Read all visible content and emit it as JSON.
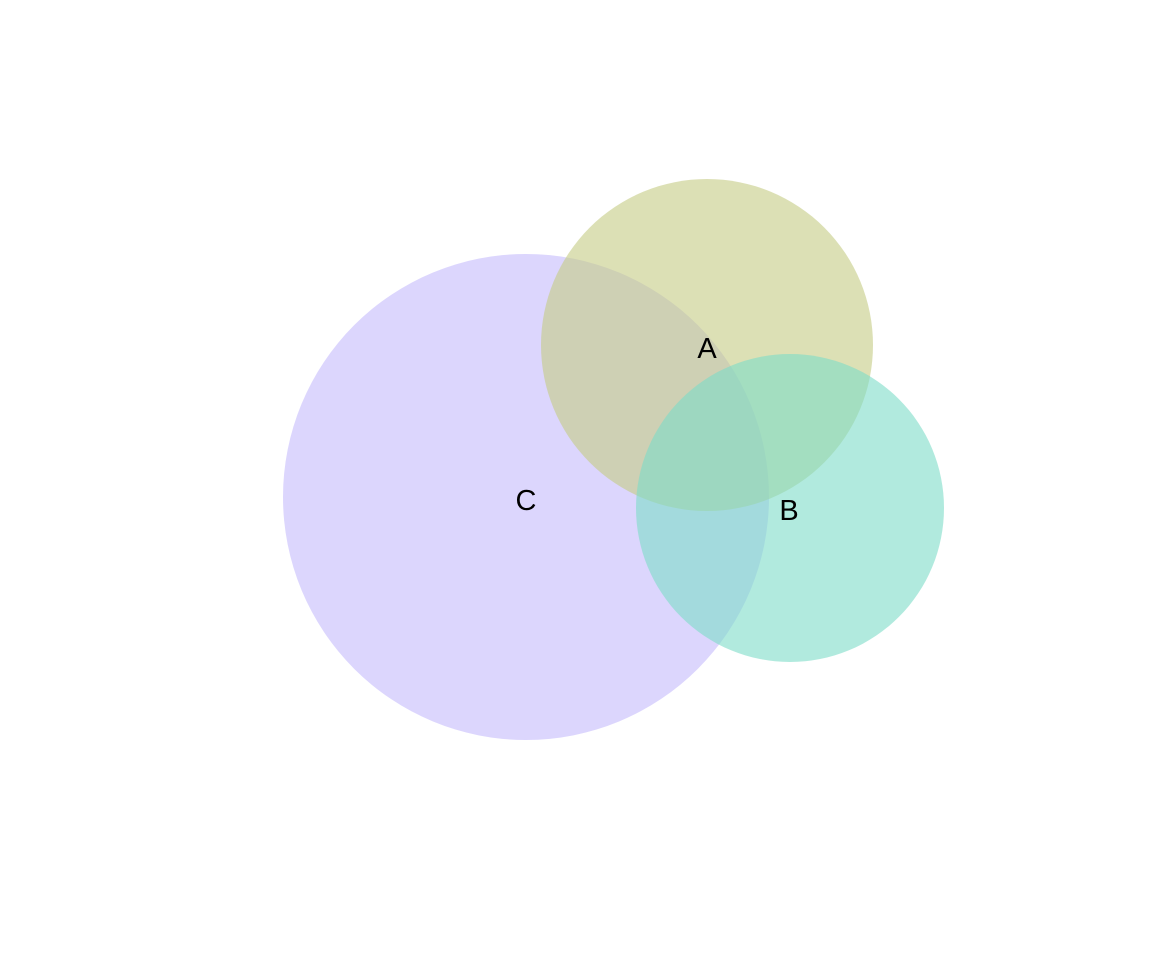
{
  "diagram": {
    "type": "venn",
    "sets": [
      {
        "id": "A",
        "label": "A",
        "color": "#c5cc84",
        "opacity": 0.6
      },
      {
        "id": "B",
        "label": "B",
        "color": "#7ddcc8",
        "opacity": 0.6
      },
      {
        "id": "C",
        "label": "C",
        "color": "#c5bbfb",
        "opacity": 0.6
      }
    ]
  }
}
